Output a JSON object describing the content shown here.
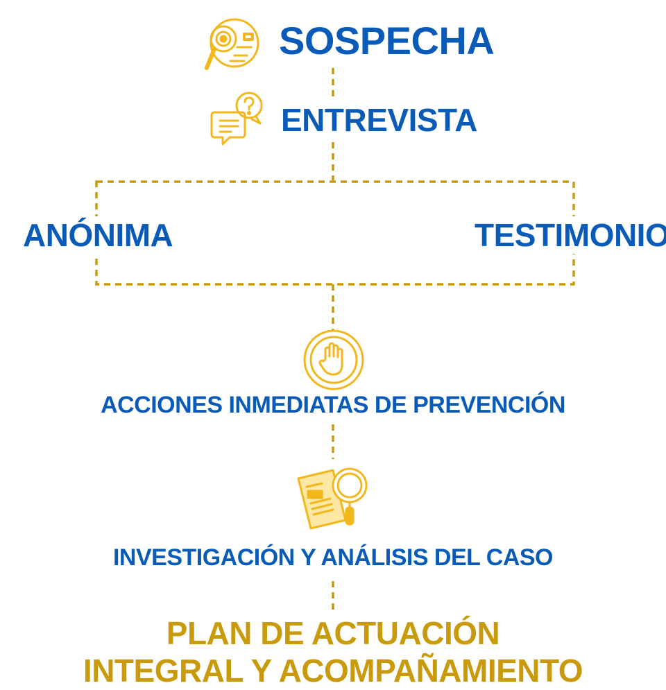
{
  "diagram": {
    "colors": {
      "primary": "#0a5bb8",
      "accent": "#c99a0c",
      "icon": "#f3b71e"
    },
    "steps": {
      "suspicion": {
        "label": "SOSPECHA",
        "icon": "magnifier-face-icon"
      },
      "interview": {
        "label": "ENTREVISTA",
        "icon": "speech-bubbles-question-icon"
      },
      "branch_left": {
        "label": "ANÓNIMA"
      },
      "branch_right": {
        "label": "TESTIMONIO"
      },
      "prevention": {
        "label": "ACCIONES INMEDIATAS DE PREVENCIÓN",
        "icon": "stop-hand-icon"
      },
      "investigation": {
        "label": "INVESTIGACIÓN Y ANÁLISIS DEL CASO",
        "icon": "document-magnifier-icon"
      },
      "plan": {
        "line1": "PLAN DE ACTUACIÓN",
        "line2": "INTEGRAL Y ACOMPAÑAMIENTO"
      }
    }
  }
}
